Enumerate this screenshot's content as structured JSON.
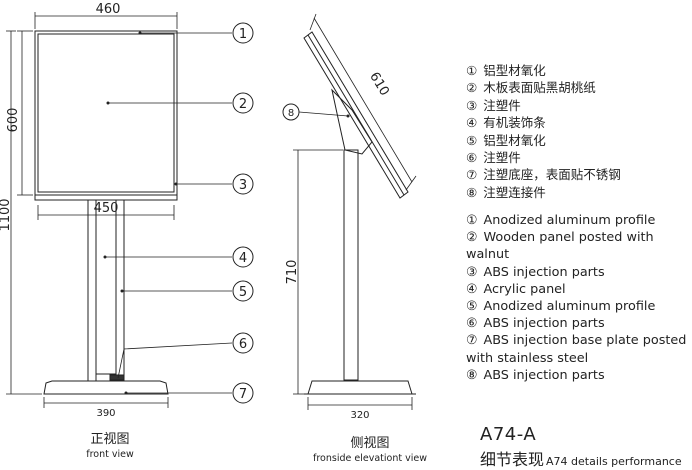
{
  "front_view": {
    "dim_width": "460",
    "dim_panel_height": "600",
    "dim_total_height": "1100",
    "dim_post_width": "450",
    "dim_base": "390",
    "caption_cn": "正视图",
    "caption_en": "front view"
  },
  "side_view": {
    "dim_panel": "610",
    "dim_post_height": "710",
    "dim_base": "320",
    "caption_cn": "侧视图",
    "caption_en": "fronside elevationt view"
  },
  "callouts": {
    "c1": "1",
    "c2": "2",
    "c3": "3",
    "c4": "4",
    "c5": "5",
    "c6": "6",
    "c7": "7",
    "c8": "8"
  },
  "legend_cn": [
    {
      "num": "①",
      "text": "铝型材氧化"
    },
    {
      "num": "②",
      "text": "木板表面贴黑胡桃纸"
    },
    {
      "num": "③",
      "text": "注塑件"
    },
    {
      "num": "④",
      "text": "有机装饰条"
    },
    {
      "num": "⑤",
      "text": "铝型材氧化"
    },
    {
      "num": "⑥",
      "text": "注塑件"
    },
    {
      "num": "⑦",
      "text": "注塑底座，表面贴不锈钢"
    },
    {
      "num": "⑧",
      "text": "注塑连接件"
    }
  ],
  "legend_en": [
    {
      "num": "①",
      "text": "Anodized aluminum profile"
    },
    {
      "num": "②",
      "text": "Wooden panel posted with walnut"
    },
    {
      "num": "③",
      "text": "ABS injection parts"
    },
    {
      "num": "④",
      "text": "Acrylic panel"
    },
    {
      "num": "⑤",
      "text": "Anodized aluminum profile"
    },
    {
      "num": "⑥",
      "text": "ABS injection parts"
    },
    {
      "num": "⑦",
      "text": "ABS injection base plate posted with stainless steel"
    },
    {
      "num": "⑧",
      "text": "ABS injection parts"
    }
  ],
  "model": {
    "code": "A74-A",
    "subtitle_cn": "细节表现",
    "subtitle_en": "A74 details performance"
  }
}
